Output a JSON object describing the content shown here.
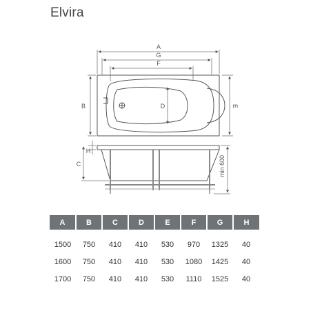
{
  "title": "Elvira",
  "top_view_labels": {
    "a": "A",
    "g": "G",
    "f": "F",
    "b": "B",
    "d": "D",
    "e": "E"
  },
  "side_view_labels": {
    "h": "H",
    "c": "C",
    "min_height": "min 600"
  },
  "table": {
    "columns": [
      "A",
      "B",
      "C",
      "D",
      "E",
      "F",
      "G",
      "H"
    ],
    "rows": [
      [
        "1500",
        "750",
        "410",
        "410",
        "530",
        "970",
        "1325",
        "40"
      ],
      [
        "1600",
        "750",
        "410",
        "410",
        "530",
        "1080",
        "1425",
        "40"
      ],
      [
        "1700",
        "750",
        "410",
        "410",
        "530",
        "1110",
        "1525",
        "40"
      ]
    ]
  },
  "colors": {
    "line": "#555555",
    "header_bg": "#6f7277",
    "text": "#333333"
  }
}
